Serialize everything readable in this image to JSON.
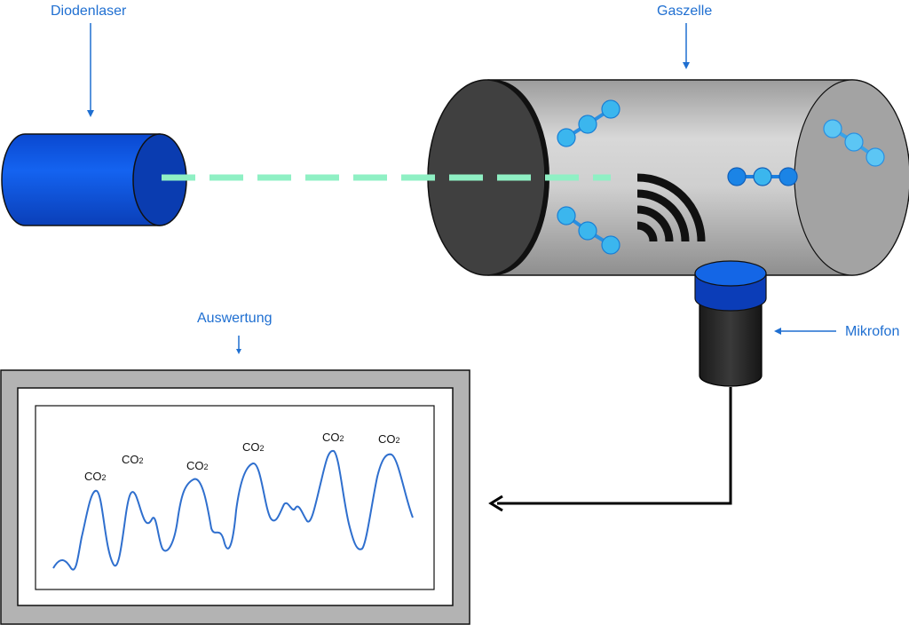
{
  "labels": {
    "laser": "Diodenlaser",
    "cell": "Gaszelle",
    "microphone": "Mikrofon",
    "evaluation": "Auswertung"
  },
  "peak_labels": [
    {
      "main": "CO",
      "sub": "2"
    },
    {
      "main": "CO",
      "sub": "2"
    },
    {
      "main": "CO",
      "sub": "2"
    },
    {
      "main": "CO",
      "sub": "2"
    },
    {
      "main": "CO",
      "sub": "2"
    },
    {
      "main": "CO",
      "sub": "2"
    }
  ],
  "colors": {
    "label_blue": "#1f6fd1",
    "laser_body": "#0b54e0",
    "laser_end": "#0a3fb0",
    "beam": "#8ff0c4",
    "cell_body": "#bdbdbd",
    "cell_front": "#404040",
    "cell_back": "#9e9e9e",
    "molecule_light": "#3bb6ee",
    "molecule_dark": "#1b7fe0",
    "mic_cap": "#1466e6",
    "mic_body": "#2b2b2b",
    "frame": "#b3b3b3",
    "signal": "#2f6fce"
  }
}
